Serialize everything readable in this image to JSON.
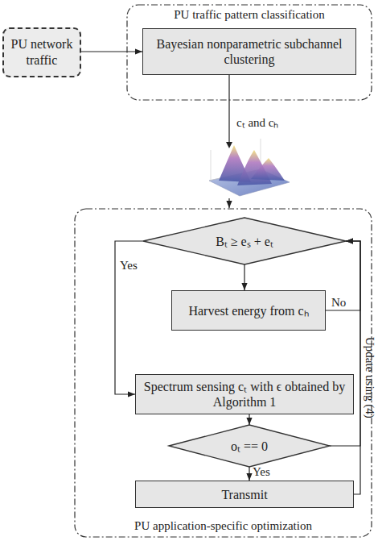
{
  "diagram": {
    "nodes": [
      {
        "text": [
          "PU traffic pattern classification"
        ]
      },
      {
        "text": [
          "Bayesian nonparametric subchannel clustering"
        ],
        "in": 0
      },
      {
        "text": [
          "PU network traffic"
        ]
      },
      {
        "text": [
          "PU application-specific optimization"
        ]
      },
      {
        "text": [
          "Bₜ ≥ eₛ + eₜ"
        ],
        "in": 3
      },
      {
        "text": [
          "Harvest energy from cₕ"
        ],
        "in": 3
      },
      {
        "text": [
          "Spectrum sensing cₜ with ϵ obtained by Algorithm 1"
        ],
        "in": 3
      },
      {
        "text": [
          "oₜ == 0"
        ],
        "in": 3
      },
      {
        "text": [
          "Transmit"
        ],
        "in": 3
      }
    ],
    "edges": [
      {
        "from": 2,
        "to": 1,
        "arrow": "to"
      },
      {
        "from": 1,
        "to": 3,
        "label": "cₜ and cₕ",
        "arrow": "to"
      },
      {
        "from": 4,
        "to": 5,
        "arrow": "to"
      },
      {
        "from": 4,
        "to": 6,
        "label": "Yes",
        "arrow": "to"
      },
      {
        "from": 5,
        "to": 4,
        "label": "No",
        "arrow": "to"
      },
      {
        "from": 6,
        "to": 7,
        "arrow": "to"
      },
      {
        "from": 7,
        "to": 8,
        "label": "Yes",
        "arrow": "to"
      },
      {
        "from": 7,
        "to": 4,
        "arrow": "to"
      },
      {
        "from": 8,
        "to": 4,
        "label": "Update using (4)",
        "arrow": "to"
      }
    ]
  }
}
